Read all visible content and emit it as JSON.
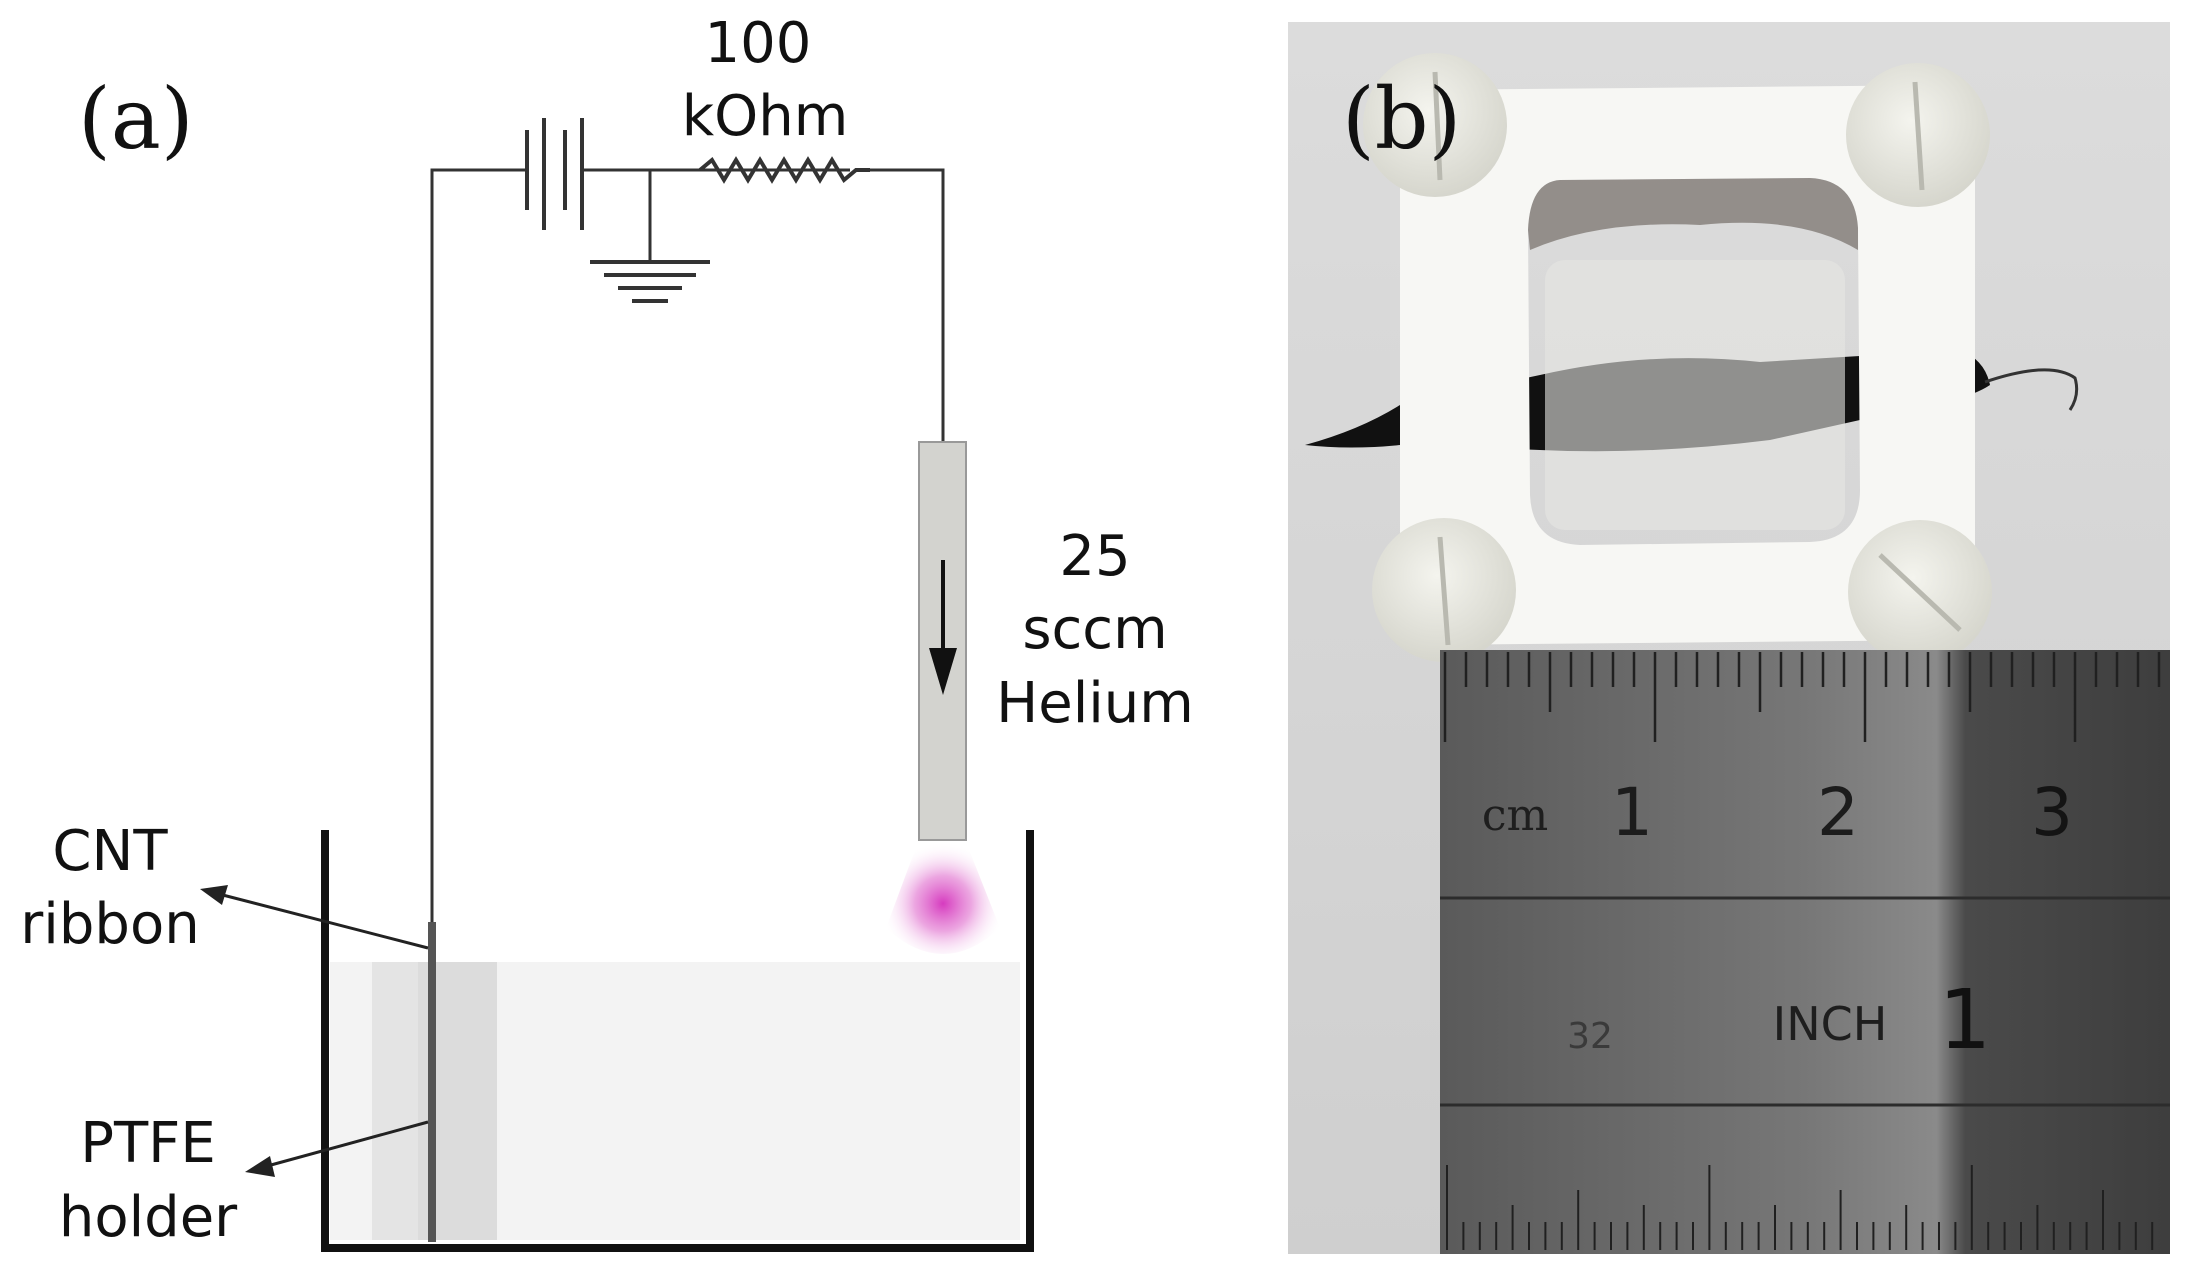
{
  "panel_a": {
    "label": "(a)",
    "resistor_label_line1": "100",
    "resistor_label_line2": "kOhm",
    "flow_label_line1": "25",
    "flow_label_line2": "sccm",
    "flow_label_line3": "Helium",
    "cnt_label_line1": "CNT",
    "cnt_label_line2": "ribbon",
    "ptfe_label_line1": "PTFE",
    "ptfe_label_line2": "holder",
    "plasma_color": "#d63bbf"
  },
  "panel_b": {
    "label": "(b)",
    "ruler_cm_label": "cm",
    "ruler_cm_numbers": [
      "1",
      "2",
      "3"
    ],
    "ruler_inch_label": "INCH",
    "ruler_inch_number": "1",
    "ruler_small_mark": "32"
  }
}
